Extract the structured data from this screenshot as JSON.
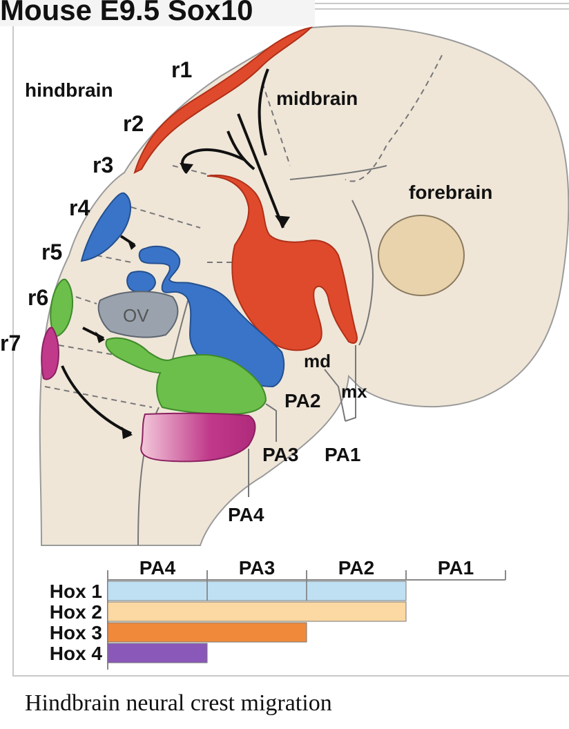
{
  "title": "Mouse E9.5 Sox10",
  "caption": "Hindbrain neural crest migration",
  "regions": {
    "hindbrain": "hindbrain",
    "midbrain": "midbrain",
    "forebrain": "forebrain",
    "ov": "OV"
  },
  "rhombomeres": [
    "r1",
    "r2",
    "r3",
    "r4",
    "r5",
    "r6",
    "r7"
  ],
  "arch_labels": {
    "md": "md",
    "mx": "mx",
    "pa1": "PA1",
    "pa2": "PA2",
    "pa3": "PA3",
    "pa4": "PA4"
  },
  "colors": {
    "red": "#e04a2c",
    "blue": "#3a74c8",
    "green": "#6cbf4a",
    "magenta": "#c0398a",
    "ov_gray": "#9aa3ad",
    "tissue": "#efe6d8",
    "hox1": "#bfe0f2",
    "hox2": "#fcd9a2",
    "hox3": "#f08a3a",
    "hox4": "#8a58b8"
  },
  "hox_table": {
    "columns": [
      "PA4",
      "PA3",
      "PA2",
      "PA1"
    ],
    "rows": [
      {
        "label": "Hox 1",
        "extent": 3,
        "color": "#bfe0f2"
      },
      {
        "label": "Hox 2",
        "extent": 3,
        "color": "#fcd9a2"
      },
      {
        "label": "Hox 3",
        "extent": 2,
        "color": "#f08a3a"
      },
      {
        "label": "Hox 4",
        "extent": 1,
        "color": "#8a58b8"
      }
    ]
  }
}
